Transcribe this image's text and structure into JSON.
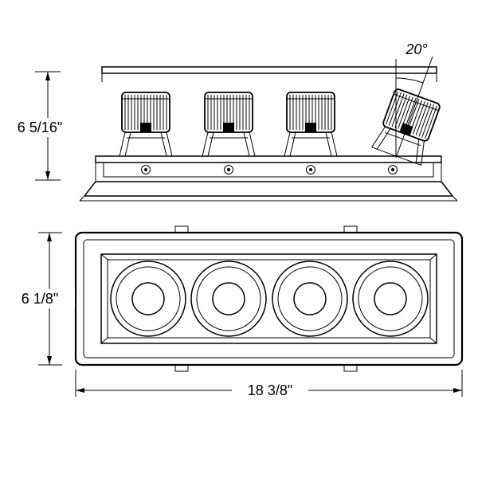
{
  "colors": {
    "background": "#ffffff",
    "line": "#000000"
  },
  "dimensions": {
    "side_height": "6 5/16\"",
    "tilt_angle": "20°",
    "plan_height": "6 1/8\"",
    "plan_width": "18 3/8\""
  }
}
